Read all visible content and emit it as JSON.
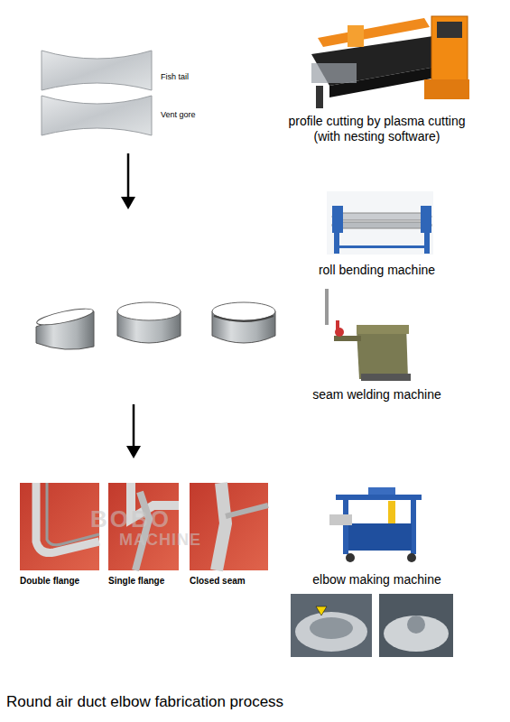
{
  "diagram": {
    "caption": "Round air duct elbow fabrication process",
    "labels": [
      "Fish tail",
      "Vent gore",
      "profile cutting by plasma cutting (with nesting software)",
      "roll bending machine",
      "seam welding machine",
      "Double flange",
      "Single flange",
      "Closed seam",
      "elbow making machine",
      "BOBO",
      "MACHINE"
    ]
  }
}
